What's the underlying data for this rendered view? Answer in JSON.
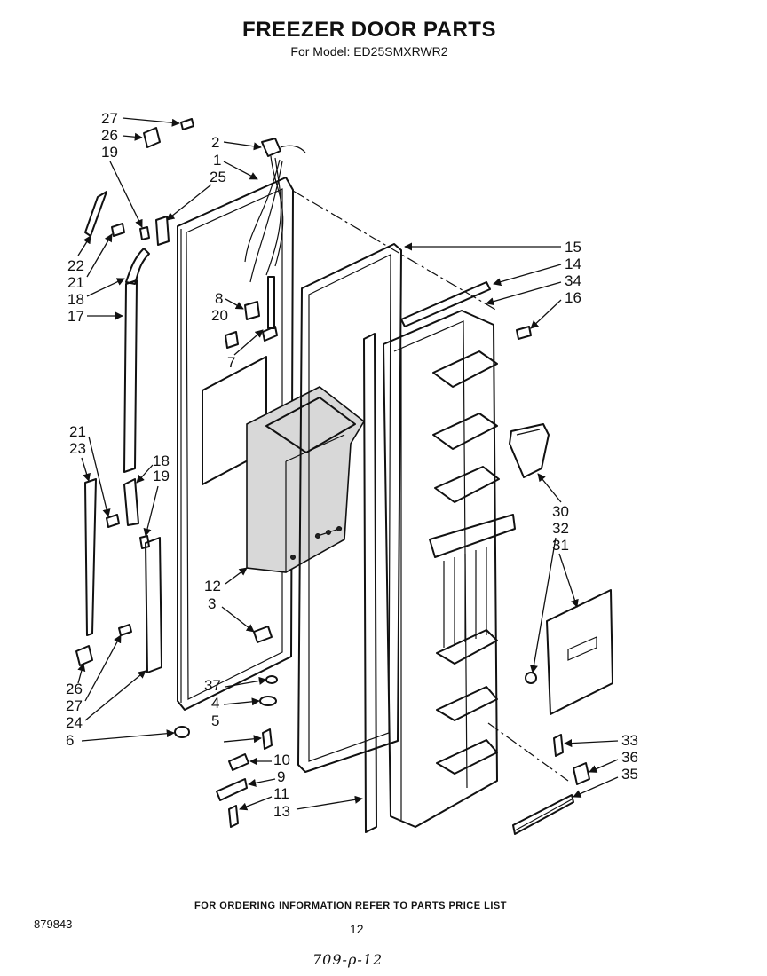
{
  "header": {
    "title": "FREEZER DOOR PARTS",
    "subtitle": "For Model: ED25SMXRWR2"
  },
  "diagram": {
    "callouts": [
      "27",
      "26",
      "19",
      "2",
      "1",
      "25",
      "22",
      "21",
      "18",
      "17",
      "8",
      "20",
      "7",
      "15",
      "14",
      "34",
      "16",
      "21",
      "23",
      "18",
      "19",
      "12",
      "3",
      "30",
      "32",
      "31",
      "26",
      "27",
      "24",
      "6",
      "37",
      "4",
      "5",
      "10",
      "9",
      "11",
      "13",
      "33",
      "36",
      "35"
    ]
  },
  "footer": {
    "ordering_note": "FOR ORDERING INFORMATION REFER TO PARTS PRICE LIST",
    "doc_number": "879843",
    "page_number": "12",
    "handwritten": "709-ρ-12"
  }
}
